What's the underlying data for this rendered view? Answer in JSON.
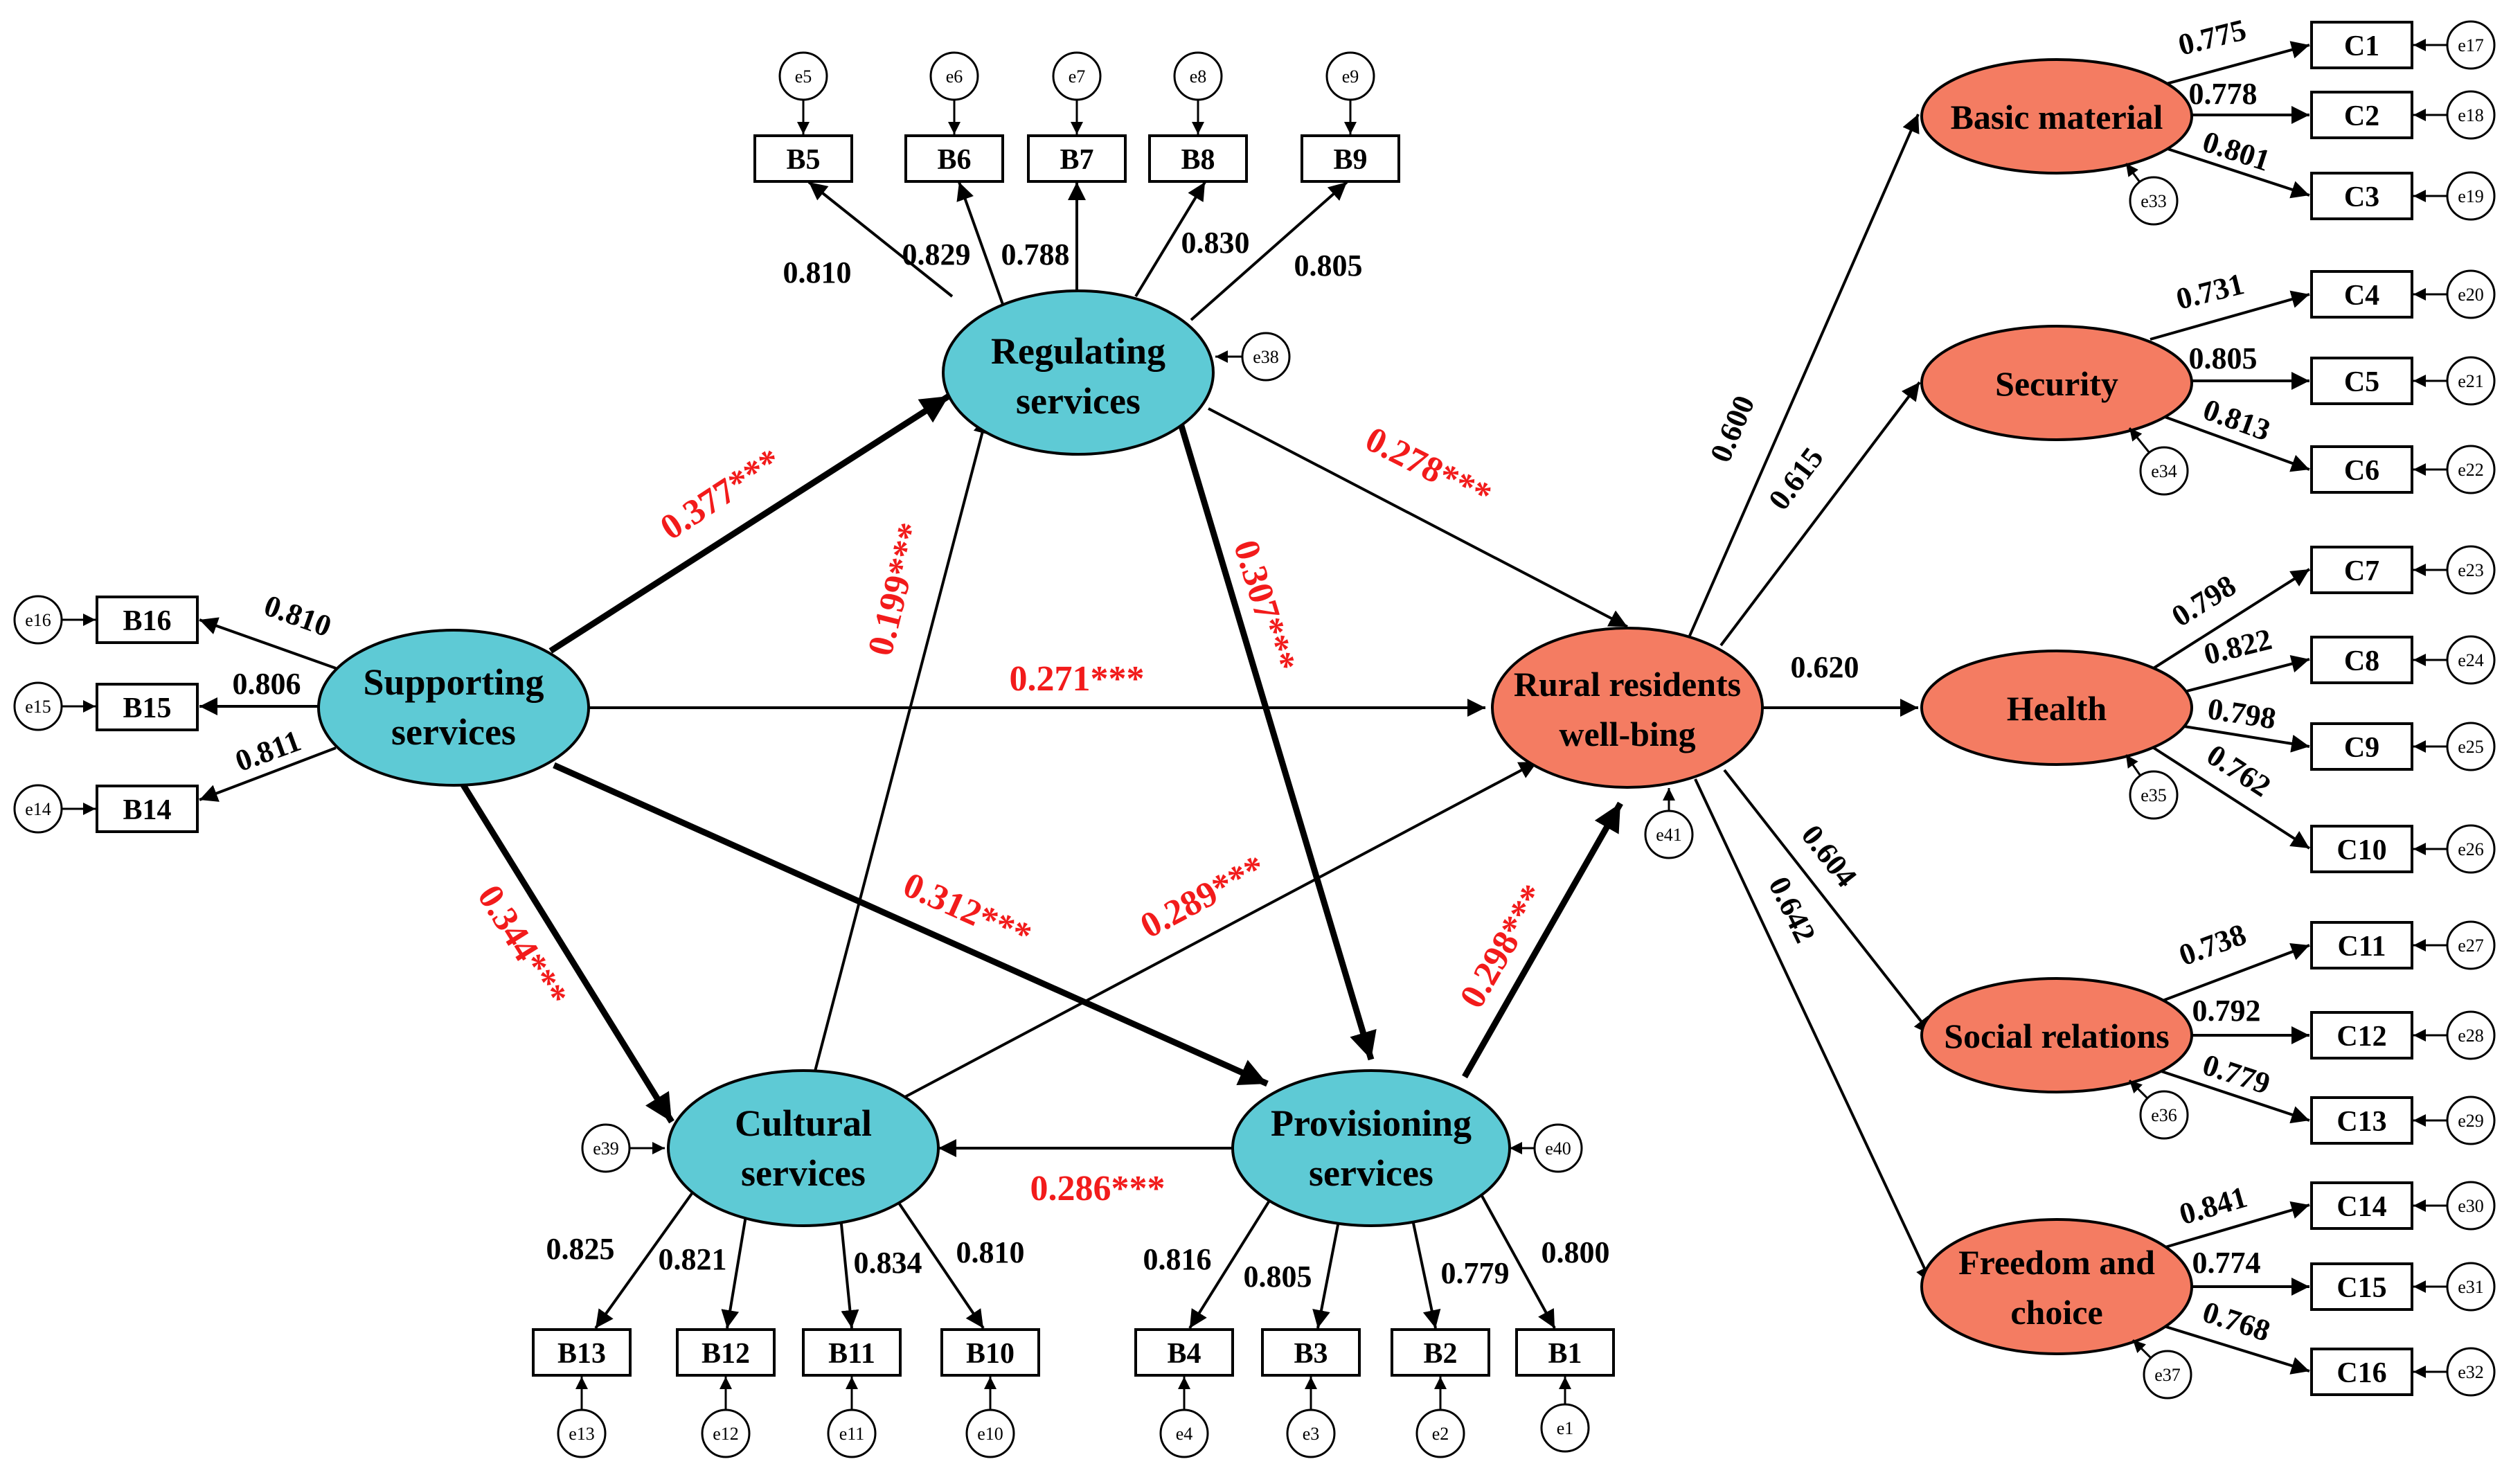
{
  "latents": {
    "supporting": [
      "Supporting",
      "services"
    ],
    "regulating": [
      "Regulating",
      "services"
    ],
    "cultural": [
      "Cultural",
      "services"
    ],
    "provisioning": [
      "Provisioning",
      "services"
    ],
    "wellbeing": [
      "Rural residents",
      "well-bing"
    ],
    "basic_material": "Basic material",
    "security": "Security",
    "health": "Health",
    "social_relations": "Social relations",
    "freedom": [
      "Freedom and",
      "choice"
    ]
  },
  "indicators": {
    "B1": "B1",
    "B2": "B2",
    "B3": "B3",
    "B4": "B4",
    "B5": "B5",
    "B6": "B6",
    "B7": "B7",
    "B8": "B8",
    "B9": "B9",
    "B10": "B10",
    "B11": "B11",
    "B12": "B12",
    "B13": "B13",
    "B14": "B14",
    "B15": "B15",
    "B16": "B16",
    "C1": "C1",
    "C2": "C2",
    "C3": "C3",
    "C4": "C4",
    "C5": "C5",
    "C6": "C6",
    "C7": "C7",
    "C8": "C8",
    "C9": "C9",
    "C10": "C10",
    "C11": "C11",
    "C12": "C12",
    "C13": "C13",
    "C14": "C14",
    "C15": "C15",
    "C16": "C16"
  },
  "errors": {
    "e1": "e1",
    "e2": "e2",
    "e3": "e3",
    "e4": "e4",
    "e5": "e5",
    "e6": "e6",
    "e7": "e7",
    "e8": "e8",
    "e9": "e9",
    "e10": "e10",
    "e11": "e11",
    "e12": "e12",
    "e13": "e13",
    "e14": "e14",
    "e15": "e15",
    "e16": "e16",
    "e17": "e17",
    "e18": "e18",
    "e19": "e19",
    "e20": "e20",
    "e21": "e21",
    "e22": "e22",
    "e23": "e23",
    "e24": "e24",
    "e25": "e25",
    "e26": "e26",
    "e27": "e27",
    "e28": "e28",
    "e29": "e29",
    "e30": "e30",
    "e31": "e31",
    "e32": "e32",
    "e33": "e33",
    "e34": "e34",
    "e35": "e35",
    "e36": "e36",
    "e37": "e37",
    "e38": "e38",
    "e39": "e39",
    "e40": "e40",
    "e41": "e41"
  },
  "structural_paths": {
    "supporting_to_regulating": "0.377***",
    "supporting_to_wellbeing": "0.271***",
    "supporting_to_cultural": "0.344***",
    "supporting_to_provisioning": "0.312***",
    "cultural_to_regulating": "0.199***",
    "regulating_to_provisioning": "0.307***",
    "regulating_to_wellbeing": "0.278***",
    "cultural_to_wellbeing": "0.289***",
    "provisioning_to_wellbeing": "0.298***",
    "provisioning_to_cultural": "0.286***"
  },
  "loadings": {
    "B5": "0.810",
    "B6": "0.829",
    "B7": "0.788",
    "B8": "0.830",
    "B9": "0.805",
    "B16": "0.810",
    "B15": "0.806",
    "B14": "0.811",
    "B13": "0.825",
    "B12": "0.821",
    "B11": "0.834",
    "B10": "0.810",
    "B4": "0.816",
    "B3": "0.805",
    "B2": "0.779",
    "B1": "0.800",
    "basic_material": "0.600",
    "security": "0.615",
    "health": "0.620",
    "social_relations": "0.604",
    "freedom": "0.642",
    "C1": "0.775",
    "C2": "0.778",
    "C3": "0.801",
    "C4": "0.731",
    "C5": "0.805",
    "C6": "0.813",
    "C7": "0.798",
    "C8": "0.822",
    "C9": "0.798",
    "C10": "0.762",
    "C11": "0.738",
    "C12": "0.792",
    "C13": "0.779",
    "C14": "0.841",
    "C15": "0.774",
    "C16": "0.768"
  }
}
